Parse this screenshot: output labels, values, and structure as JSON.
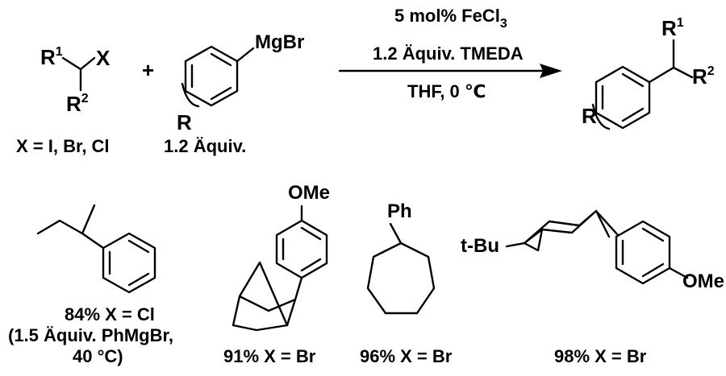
{
  "reaction": {
    "reactant1": {
      "label_r1_main": "R",
      "label_r1_sup": "1",
      "label_x": "X",
      "label_r2_main": "R",
      "label_r2_sup": "2",
      "caption": "X = I, Br, Cl"
    },
    "plus": "+",
    "reactant2": {
      "group": "MgBr",
      "substituent": "R",
      "caption": "1.2 Äquiv."
    },
    "conditions": {
      "line1_main": "5 mol% FeCl",
      "line1_sub": "3",
      "line2": "1.2 Äquiv. TMEDA",
      "line3": "THF, 0 ℃"
    },
    "product": {
      "label_r1_main": "R",
      "label_r1_sup": "1",
      "label_r2_main": "R",
      "label_r2_sup": "2",
      "substituent": "R"
    }
  },
  "examples": [
    {
      "yield_line1": "84% X = Cl",
      "yield_line2": "(1.5 Äquiv. PhMgBr,",
      "yield_line3": "40 °C)"
    },
    {
      "group": "OMe",
      "yield": "91% X = Br"
    },
    {
      "group": "Ph",
      "yield": "96% X = Br"
    },
    {
      "group_left": "t-Bu",
      "group_right": "OMe",
      "yield": "98% X = Br"
    }
  ]
}
